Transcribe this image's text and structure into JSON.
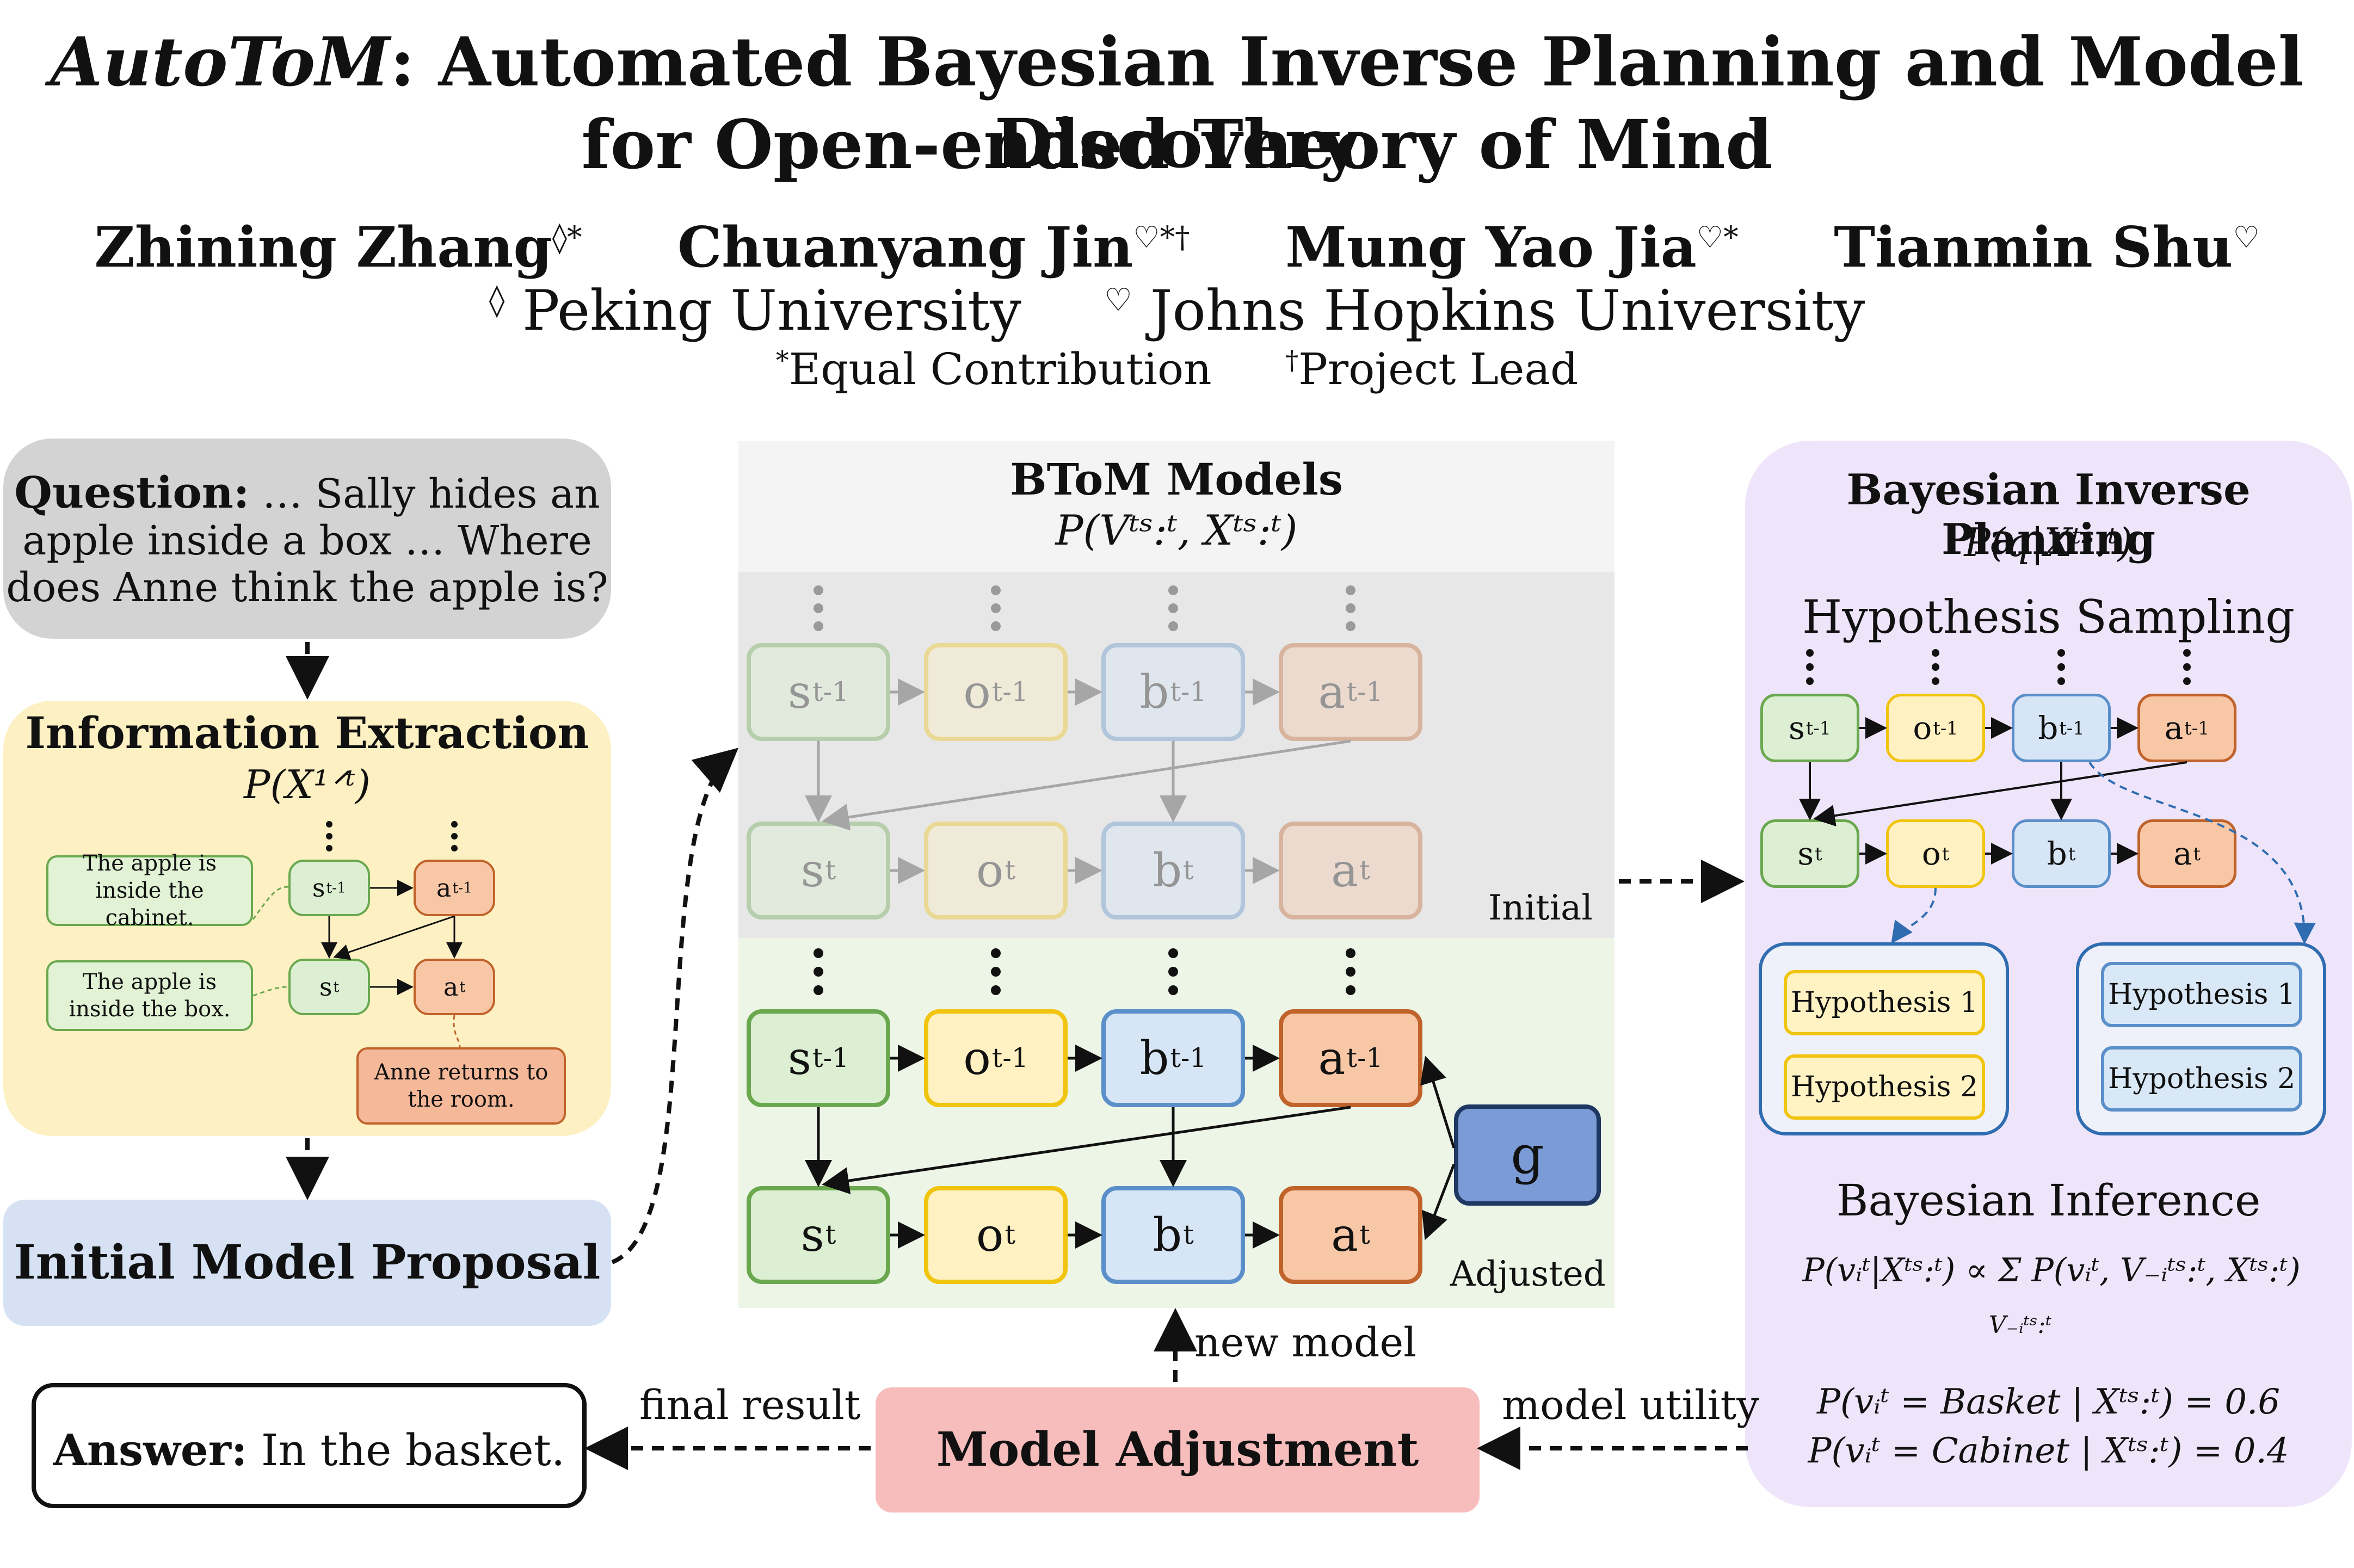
{
  "title": {
    "line1_italic": "AutoToM",
    "line1_rest": ": Automated Bayesian Inverse Planning and Model Discovery",
    "line2": "for Open-ended Theory of Mind"
  },
  "authors": [
    {
      "name": "Zhining Zhang",
      "mark": "◊*"
    },
    {
      "name": "Chuanyang Jin",
      "mark": "♡*†"
    },
    {
      "name": "Mung Yao Jia",
      "mark": "♡*"
    },
    {
      "name": "Tianmin Shu",
      "mark": "♡"
    }
  ],
  "affiliations": [
    {
      "mark": "◊",
      "name": "Peking University"
    },
    {
      "mark": "♡",
      "name": "Johns Hopkins University"
    }
  ],
  "contributions": [
    {
      "mark": "*",
      "text": "Equal Contribution"
    },
    {
      "mark": "†",
      "text": "Project Lead"
    }
  ],
  "question": {
    "label": "Question:",
    "text": "… Sally hides an apple inside a box … Where does Anne think the apple is?"
  },
  "info_extraction": {
    "title": "Information Extraction",
    "formula": "P(X¹ᐟᵗ)",
    "notes": [
      "The apple is inside the cabinet.",
      "The apple is inside the box.",
      "Anne returns to the room."
    ]
  },
  "initial_model_proposal": "Initial Model Proposal",
  "answer": {
    "label": "Answer:",
    "text": "In the basket."
  },
  "model_adjustment": "Model Adjustment",
  "btom": {
    "title": "BToM Models",
    "formula": "P(Vᵗˢ:ᵗ, Xᵗˢ:ᵗ)",
    "initial_label": "Initial",
    "adjusted_label": "Adjusted",
    "goal_node": "g"
  },
  "bip": {
    "title": "Bayesian Inverse Planning",
    "formula": "P(q|Xᵗˢ:ᵗ)",
    "sampling_title": "Hypothesis Sampling",
    "hypotheses_left": [
      "Hypothesis 1",
      "Hypothesis 2"
    ],
    "hypotheses_right": [
      "Hypothesis 1",
      "Hypothesis 2"
    ],
    "inference_title": "Bayesian Inference",
    "inference_formula": "P(vᵢᵗ|Xᵗˢ:ᵗ) ∝ Σ P(vᵢᵗ, V₋ᵢᵗˢ:ᵗ, Xᵗˢ:ᵗ)",
    "sum_index": "V₋ᵢᵗˢ:ᵗ",
    "results": [
      {
        "label": "P(vᵢᵗ = Basket | Xᵗˢ:ᵗ) = 0.6"
      },
      {
        "label": "P(vᵢᵗ = Cabinet | Xᵗˢ:ᵗ) = 0.4"
      }
    ]
  },
  "arrows": {
    "new_model": "new model",
    "final_result": "final result",
    "model_utility": "model utility"
  },
  "nodes": {
    "s_prev": "s",
    "o_prev": "o",
    "b_prev": "b",
    "a_prev": "a",
    "sup_prev": "t-1",
    "sup_cur": "t"
  },
  "colors": {
    "state": "#6aa84f",
    "observation": "#f1c40f",
    "belief": "#5b8fc9",
    "action": "#c0632b",
    "goal": "#7b9bd6"
  }
}
